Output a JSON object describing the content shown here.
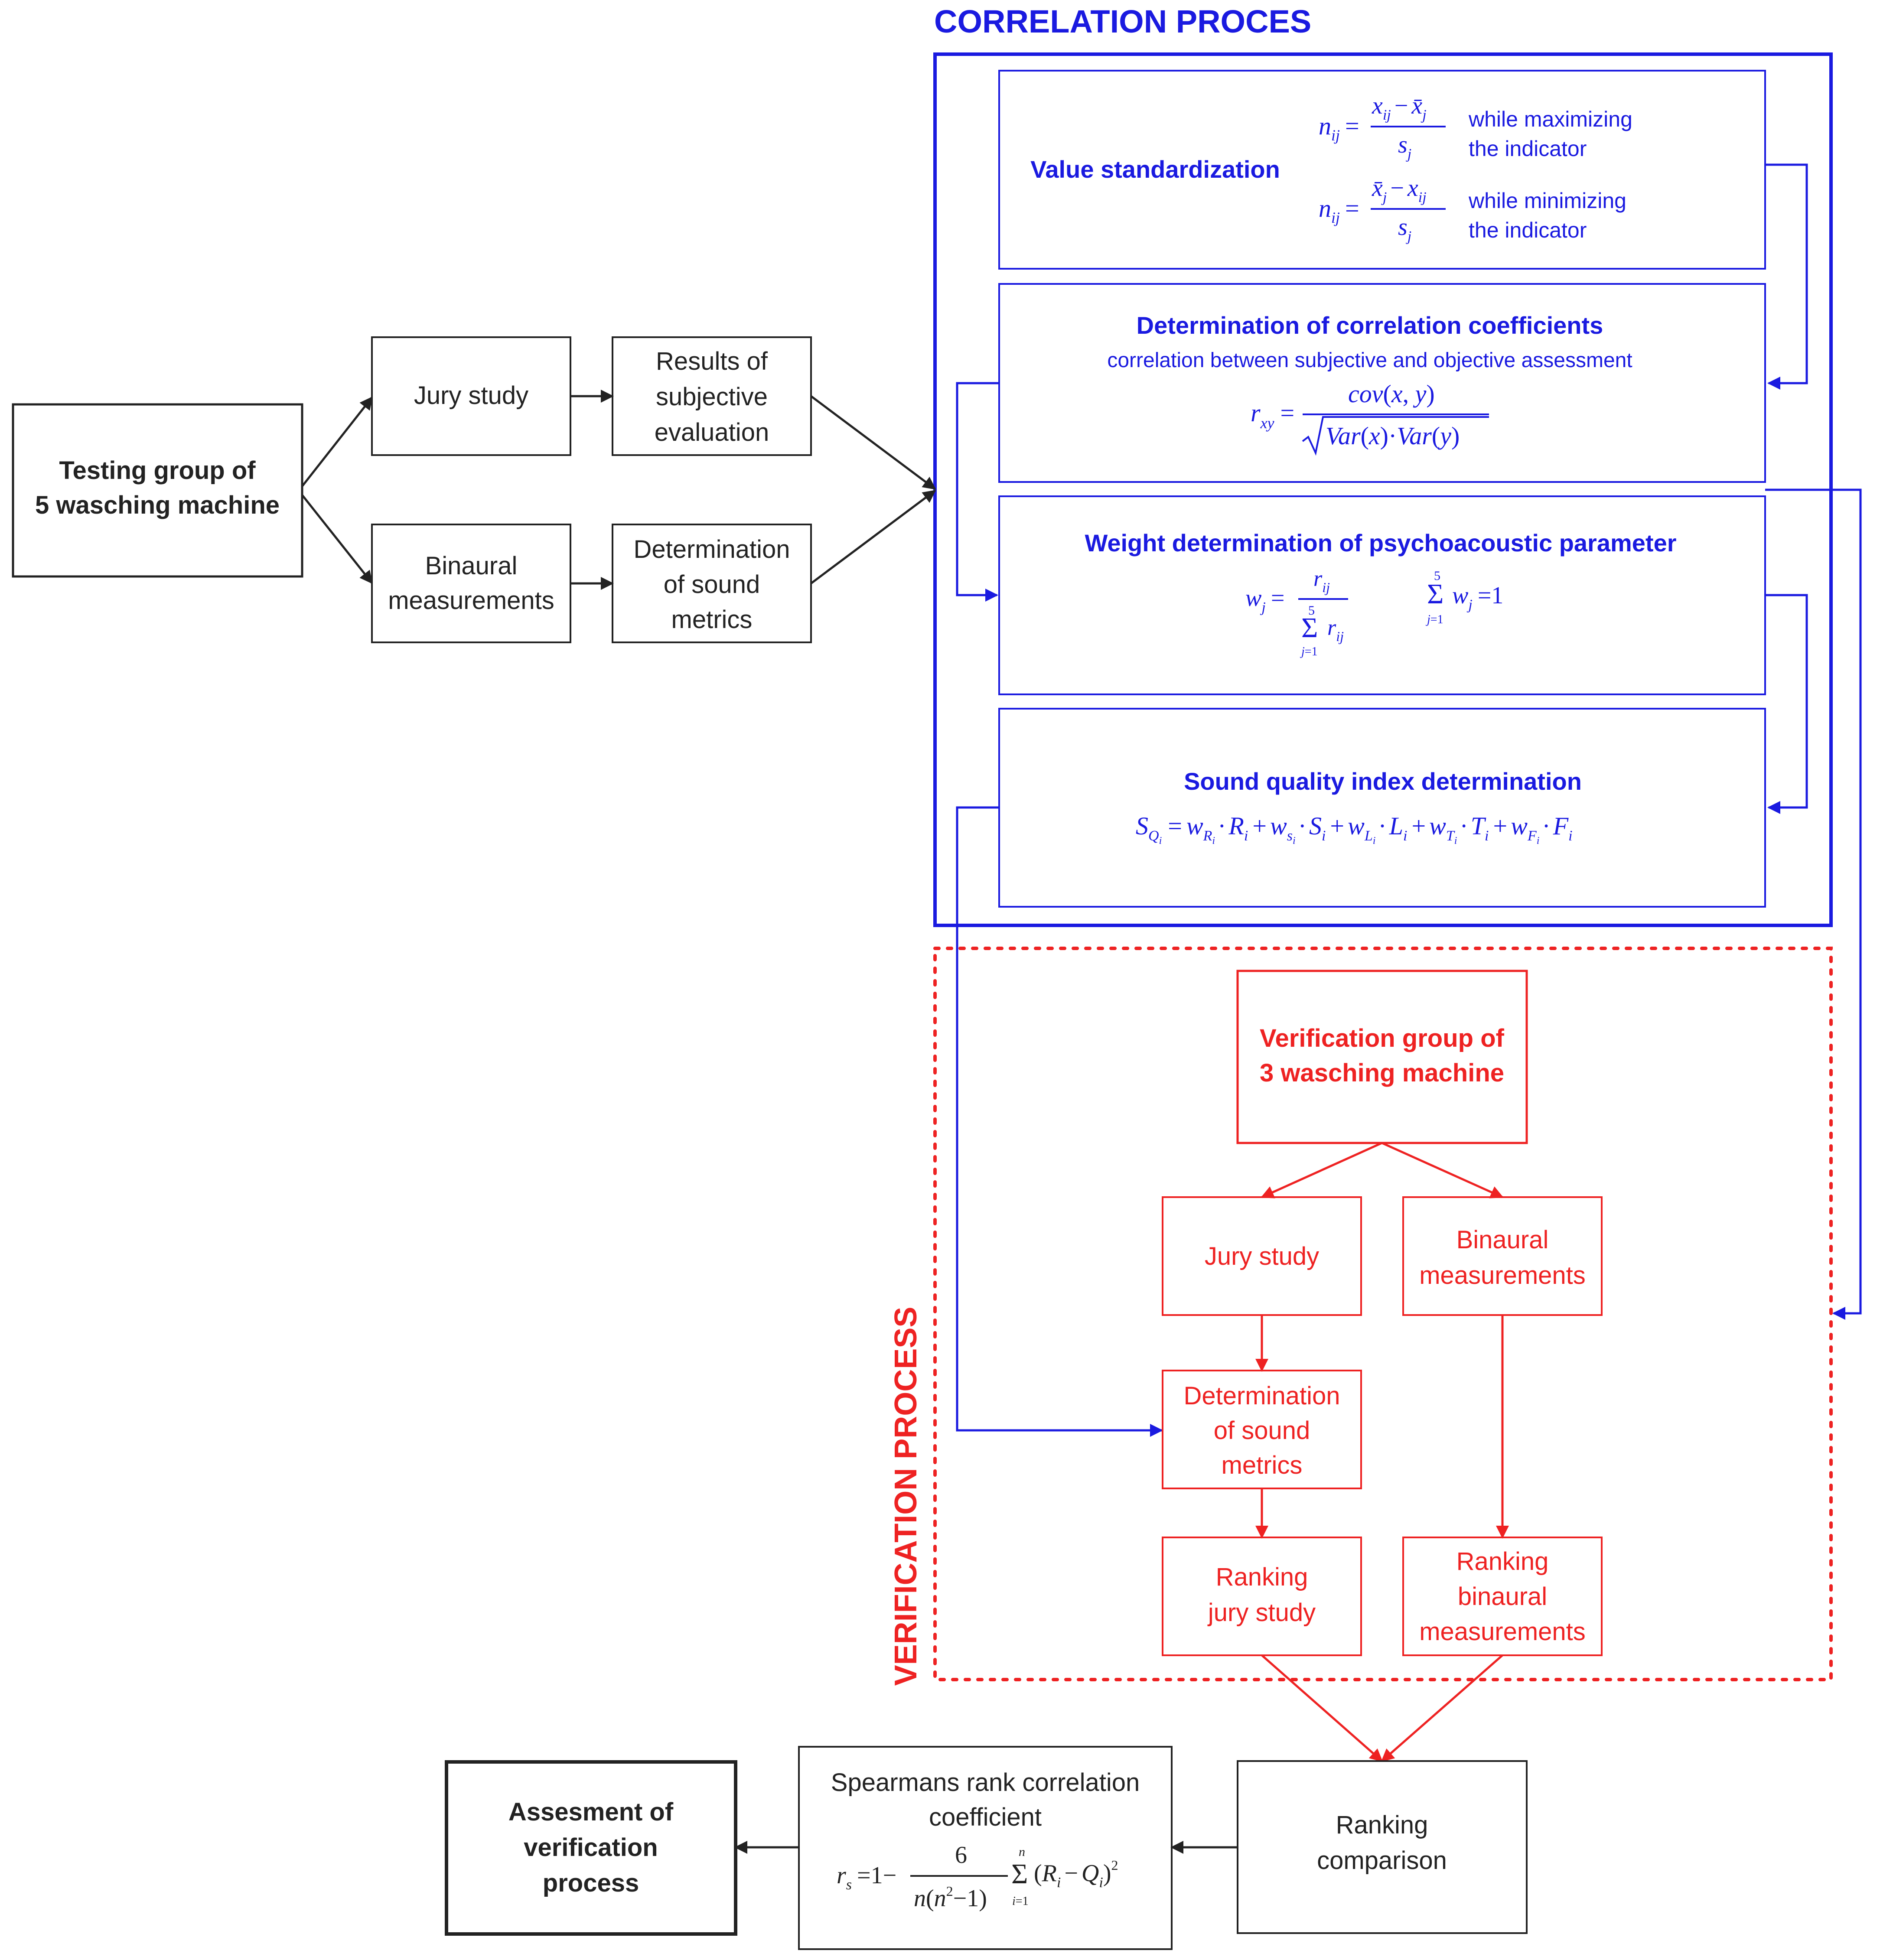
{
  "colors": {
    "black": "#222222",
    "blue": "#1a1ae0",
    "red": "#ee2222"
  },
  "correlation": {
    "title": "CORRELATION PROCES",
    "value_std": {
      "title": "Value standardization",
      "max_note_line1": "while maximizing",
      "max_note_line2": "the indicator",
      "min_note_line1": "while minimizing",
      "min_note_line2": "the indicator"
    },
    "corr_coef": {
      "title": "Determination of correlation coefficients",
      "subtitle": "correlation between subjective and objective assessment"
    },
    "weight": {
      "title": "Weight determination of psychoacoustic parameter"
    },
    "sqi": {
      "title": "Sound quality index determination"
    }
  },
  "testing": {
    "group_line1": "Testing group of",
    "group_line2": "5 wasching machine",
    "jury": "Jury study",
    "binaural_line1": "Binaural",
    "binaural_line2": "measurements",
    "results_line1": "Results of",
    "results_line2": "subjective",
    "results_line3": "evaluation",
    "metrics_line1": "Determination",
    "metrics_line2": "of sound",
    "metrics_line3": "metrics"
  },
  "verification": {
    "title": "VERIFICATION PROCESS",
    "group_line1": "Verification group of",
    "group_line2": "3 wasching machine",
    "jury": "Jury study",
    "binaural_line1": "Binaural",
    "binaural_line2": "measurements",
    "metrics_line1": "Determination",
    "metrics_line2": "of sound",
    "metrics_line3": "metrics",
    "rank_jury_line1": "Ranking",
    "rank_jury_line2": "jury study",
    "rank_bin_line1": "Ranking",
    "rank_bin_line2": "binaural",
    "rank_bin_line3": "measurements"
  },
  "bottom": {
    "ranking_line1": "Ranking",
    "ranking_line2": "comparison",
    "spearman_line1": "Spearmans rank correlation",
    "spearman_line2": "coefficient",
    "assess_line1": "Assesment of",
    "assess_line2": "verification",
    "assess_line3": "process"
  }
}
